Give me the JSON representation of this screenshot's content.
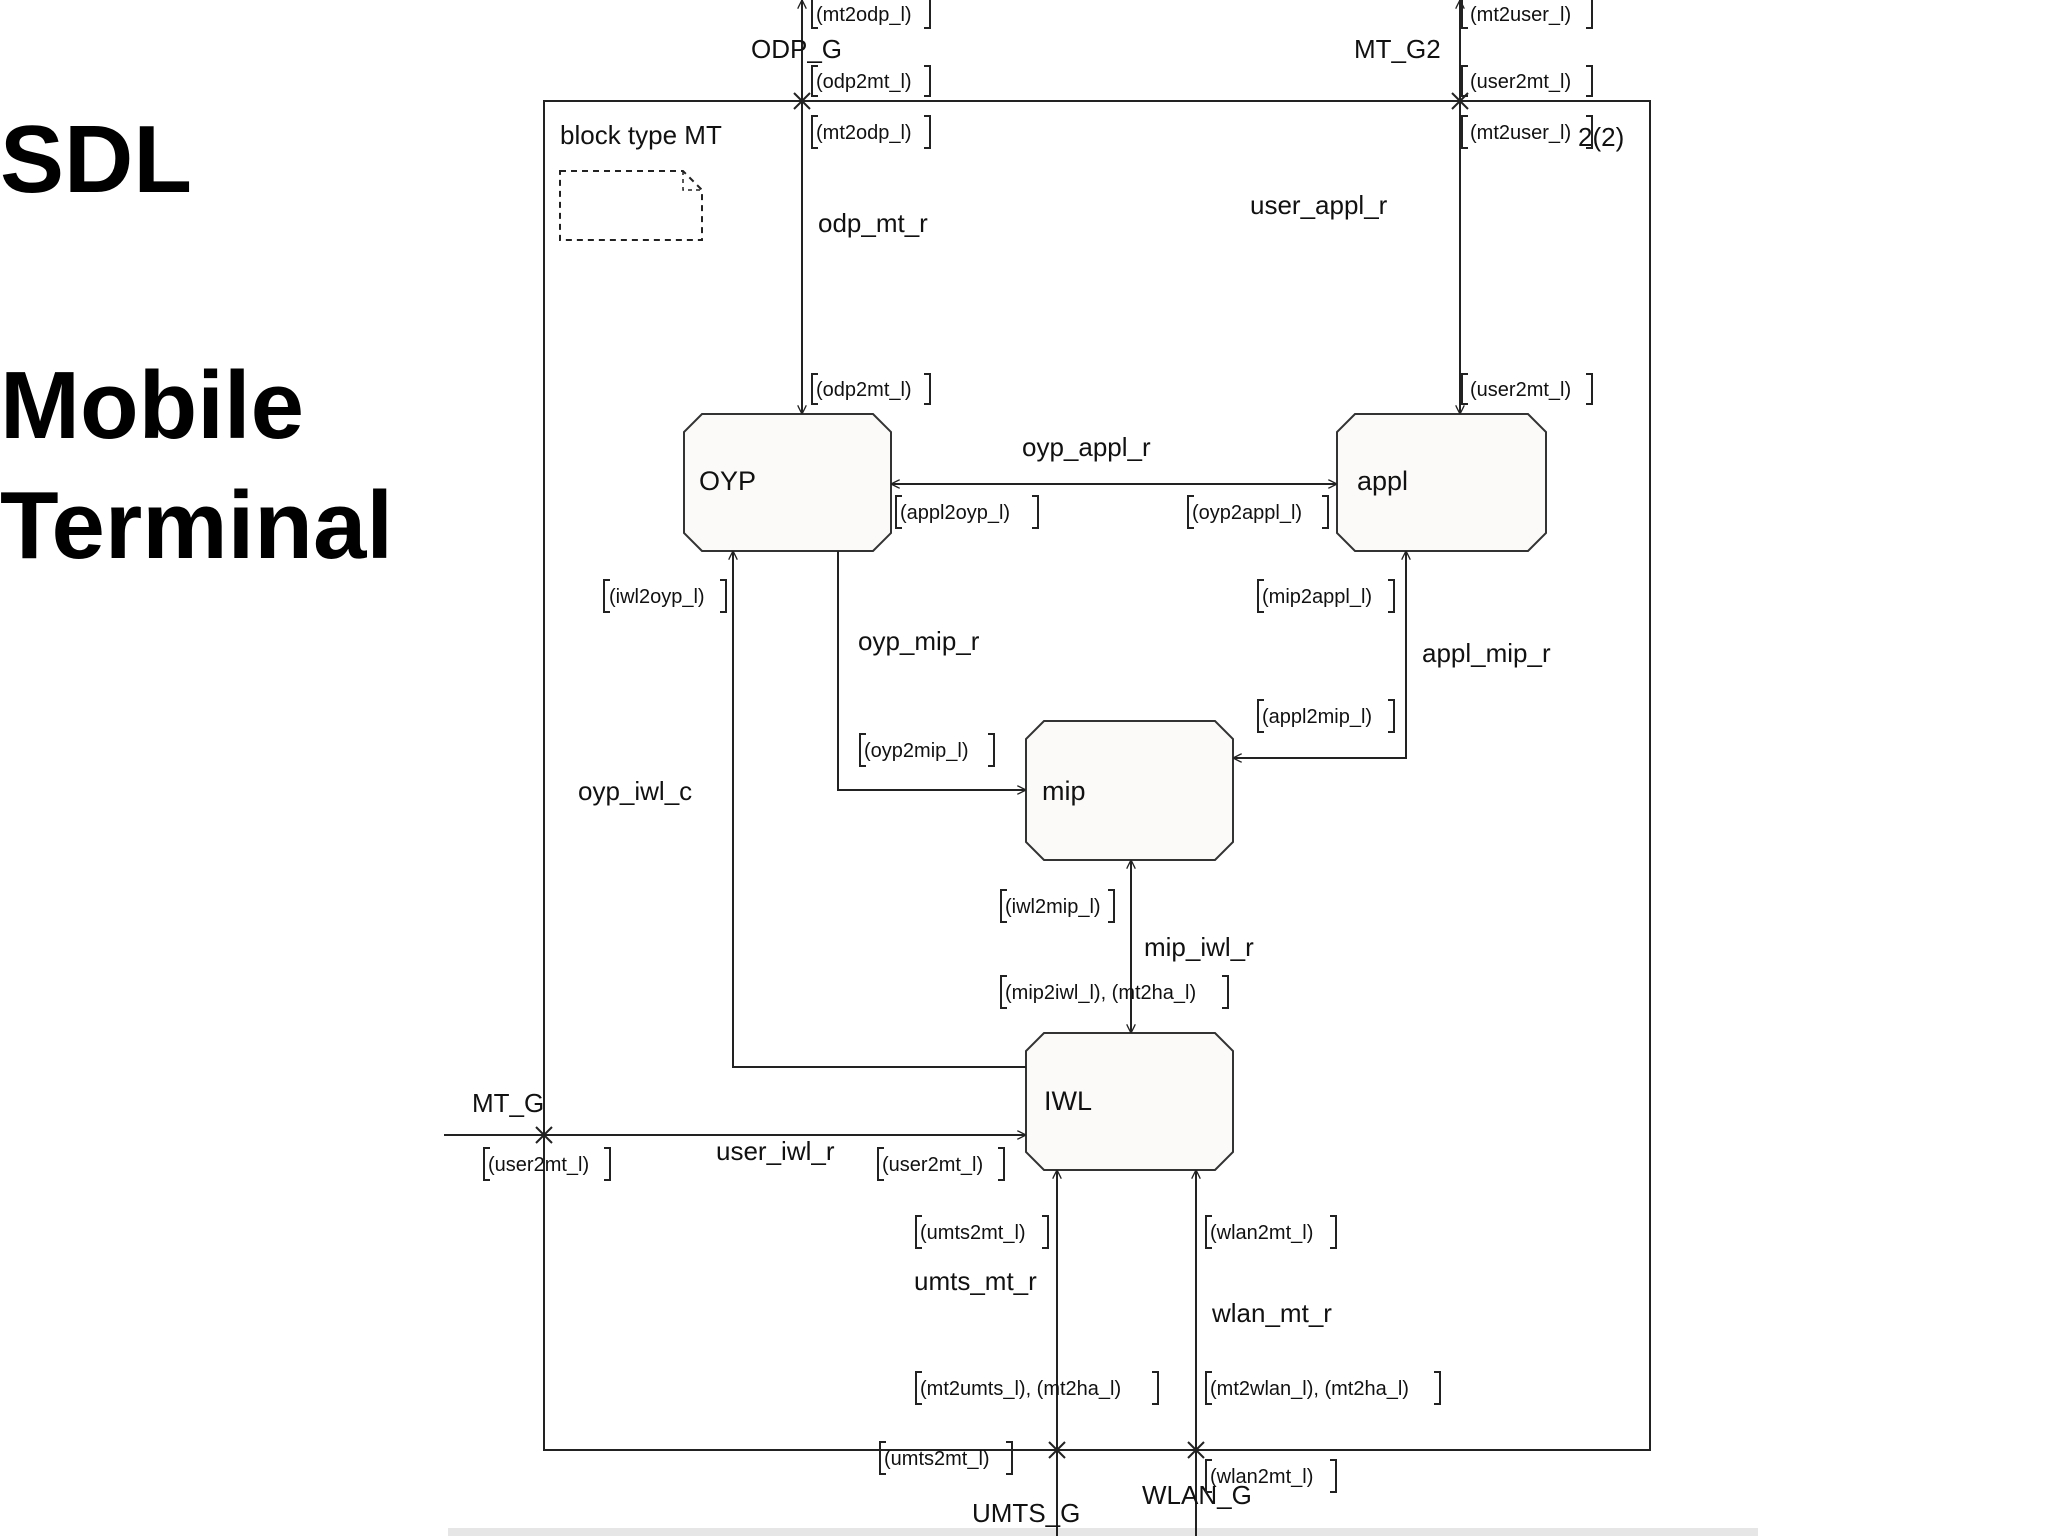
{
  "slide": {
    "title_line1": "SDL",
    "title_line2": "Mobile",
    "title_line3": "Terminal"
  },
  "diagram": {
    "block_header": "block type MT",
    "page_number": "2(2)",
    "processes": {
      "oyp": "OYP",
      "appl": "appl",
      "mip": "mip",
      "iwl": "IWL"
    },
    "gates": {
      "odp_g": "ODP_G",
      "mt_g2": "MT_G2",
      "mt_g": "MT_G",
      "umts_g": "UMTS_G",
      "wlan_g": "WLAN_G"
    },
    "routes": {
      "odp_mt_r": "odp_mt_r",
      "user_appl_r": "user_appl_r",
      "oyp_appl_r": "oyp_appl_r",
      "oyp_mip_r": "oyp_mip_r",
      "appl_mip_r": "appl_mip_r",
      "oyp_iwl_c": "oyp_iwl_c",
      "mip_iwl_r": "mip_iwl_r",
      "user_iwl_r": "user_iwl_r",
      "umts_mt_r": "umts_mt_r",
      "wlan_mt_r": "wlan_mt_r"
    },
    "signals": {
      "mt2odp_top": "(mt2odp_l)",
      "odp2mt_top": "(odp2mt_l)",
      "mt2odp_in": "(mt2odp_l)",
      "odp2mt_oyp": "(odp2mt_l)",
      "mt2user_top": "(mt2user_l)",
      "user2mt_top": "(user2mt_l)",
      "mt2user_in": "(mt2user_l)",
      "user2mt_appl": "(user2mt_l)",
      "appl2oyp": "(appl2oyp_l)",
      "oyp2appl": "(oyp2appl_l)",
      "iwl2oyp": "(iwl2oyp_l)",
      "mip2appl": "(mip2appl_l)",
      "appl2mip": "(appl2mip_l)",
      "oyp2mip": "(oyp2mip_l)",
      "iwl2mip": "(iwl2mip_l)",
      "mip2iwl": "(mip2iwl_l), (mt2ha_l)",
      "user2mt_gate": "(user2mt_l)",
      "user2mt_iwl": "(user2mt_l)",
      "umts2mt_in": "(umts2mt_l)",
      "wlan2mt_in": "(wlan2mt_l)",
      "mt2umts": "(mt2umts_l), (mt2ha_l)",
      "mt2wlan": "(mt2wlan_l), (mt2ha_l)",
      "umts2mt_gate": "(umts2mt_l)",
      "wlan2mt_gate": "(wlan2mt_l)"
    }
  }
}
